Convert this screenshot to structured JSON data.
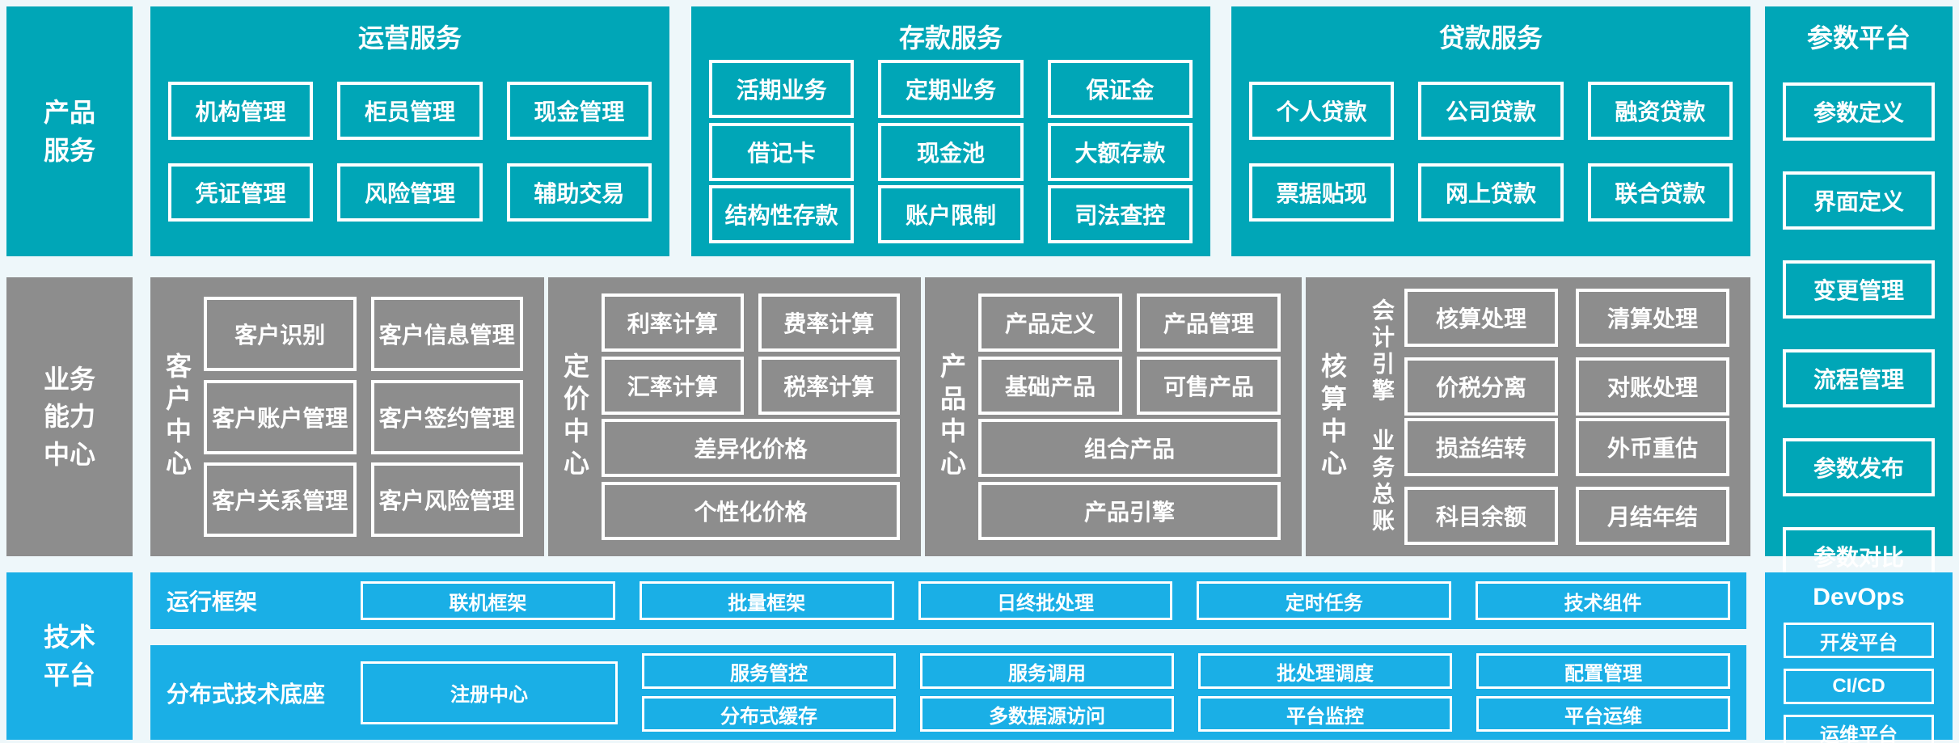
{
  "colors": {
    "teal": "#00a6b7",
    "gray": "#8d8d8d",
    "blue": "#1aafe6",
    "background": "#eef7fa",
    "text": "#ffffff"
  },
  "left_rail": {
    "product": "产品\n服务",
    "business": "业务\n能力\n中心",
    "tech": "技术\n平台"
  },
  "operations": {
    "title": "运营服务",
    "rows": [
      [
        "机构管理",
        "柜员管理",
        "现金管理"
      ],
      [
        "凭证管理",
        "风险管理",
        "辅助交易"
      ]
    ]
  },
  "deposit": {
    "title": "存款服务",
    "rows": [
      [
        "活期业务",
        "定期业务",
        "保证金"
      ],
      [
        "借记卡",
        "现金池",
        "大额存款"
      ],
      [
        "结构性存款",
        "账户限制",
        "司法查控"
      ]
    ]
  },
  "loan": {
    "title": "贷款服务",
    "rows": [
      [
        "个人贷款",
        "公司贷款",
        "融资贷款"
      ],
      [
        "票据贴现",
        "网上贷款",
        "联合贷款"
      ]
    ]
  },
  "parameter": {
    "title": "参数平台",
    "items": [
      "参数定义",
      "界面定义",
      "变更管理",
      "流程管理",
      "参数发布",
      "参数对比"
    ]
  },
  "customer": {
    "label": "客户中心",
    "rows": [
      [
        "客户识别",
        "客户信息管理"
      ],
      [
        "客户账户管理",
        "客户签约管理"
      ],
      [
        "客户关系管理",
        "客户风险管理"
      ]
    ]
  },
  "pricing": {
    "label": "定价中心",
    "rows": [
      [
        "利率计算",
        "费率计算"
      ],
      [
        "汇率计算",
        "税率计算"
      ]
    ],
    "wide": [
      "差异化价格",
      "个性化价格"
    ]
  },
  "product_center": {
    "label": "产品中心",
    "rows": [
      [
        "产品定义",
        "产品管理"
      ],
      [
        "基础产品",
        "可售产品"
      ]
    ],
    "wide": [
      "组合产品",
      "产品引擎"
    ]
  },
  "accounting": {
    "label": "核算中心",
    "groups": [
      {
        "label": "会计引擎",
        "rows": [
          [
            "核算处理",
            "清算处理"
          ],
          [
            "价税分离",
            "对账处理"
          ]
        ]
      },
      {
        "label": "业务总账",
        "rows": [
          [
            "损益结转",
            "外币重估"
          ],
          [
            "科目余额",
            "月结年结"
          ]
        ]
      }
    ]
  },
  "runtime": {
    "label": "运行框架",
    "items": [
      "联机框架",
      "批量框架",
      "日终批处理",
      "定时任务",
      "技术组件"
    ]
  },
  "distributed": {
    "label": "分布式技术底座",
    "register": "注册中心",
    "grid": [
      [
        "服务管控",
        "服务调用",
        "批处理调度",
        "配置管理"
      ],
      [
        "分布式缓存",
        "多数据源访问",
        "平台监控",
        "平台运维"
      ]
    ]
  },
  "devops": {
    "title": "DevOps",
    "items": [
      "开发平台",
      "CI/CD",
      "运维平台"
    ]
  }
}
